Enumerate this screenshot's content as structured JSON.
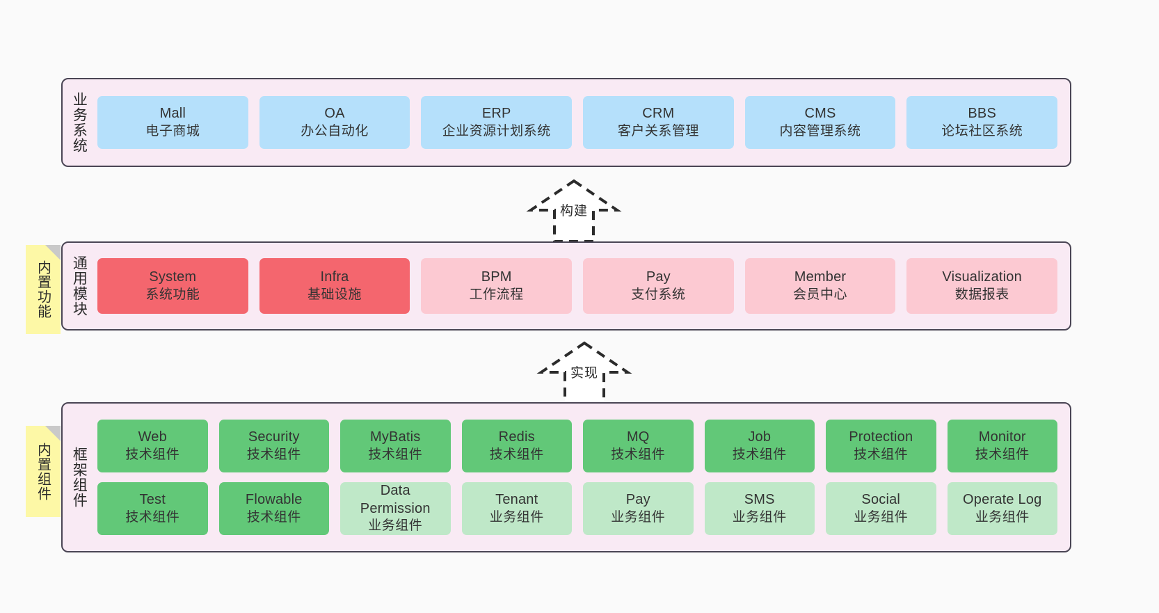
{
  "diagram": {
    "title": "",
    "colors": {
      "canvas_bg": "#fafafa",
      "layer_bg": "#f9eaf4",
      "layer_border": "#4a4554",
      "business_cell": "#b5e0fb",
      "module_strong": "#f4666e",
      "module_light": "#fcc9d2",
      "framework_strong": "#62c878",
      "framework_light": "#bfe8c8",
      "note_bg": "#fdf8a6",
      "note_fold": "#c9c9c9"
    },
    "layers": [
      {
        "id": "business",
        "title": "业务系统",
        "rows": [
          {
            "cells": [
              {
                "en": "Mall",
                "cn": "电子商城"
              },
              {
                "en": "OA",
                "cn": "办公自动化"
              },
              {
                "en": "ERP",
                "cn": "企业资源计划系统"
              },
              {
                "en": "CRM",
                "cn": "客户关系管理"
              },
              {
                "en": "CMS",
                "cn": "内容管理系统"
              },
              {
                "en": "BBS",
                "cn": "论坛社区系统"
              }
            ]
          }
        ]
      },
      {
        "id": "modules",
        "title": "通用模块",
        "note": "内置功能",
        "rows": [
          {
            "cells": [
              {
                "en": "System",
                "cn": "系统功能",
                "style": "red-strong"
              },
              {
                "en": "Infra",
                "cn": "基础设施",
                "style": "red-strong"
              },
              {
                "en": "BPM",
                "cn": "工作流程",
                "style": "red-light"
              },
              {
                "en": "Pay",
                "cn": "支付系统",
                "style": "red-light"
              },
              {
                "en": "Member",
                "cn": "会员中心",
                "style": "red-light"
              },
              {
                "en": "Visualization",
                "cn": "数据报表",
                "style": "red-light"
              }
            ]
          }
        ]
      },
      {
        "id": "framework",
        "title": "框架组件",
        "note": "内置组件",
        "rows": [
          {
            "cells": [
              {
                "en": "Web",
                "cn": "技术组件",
                "style": "green-strong"
              },
              {
                "en": "Security",
                "cn": "技术组件",
                "style": "green-strong"
              },
              {
                "en": "MyBatis",
                "cn": "技术组件",
                "style": "green-strong"
              },
              {
                "en": "Redis",
                "cn": "技术组件",
                "style": "green-strong"
              },
              {
                "en": "MQ",
                "cn": "技术组件",
                "style": "green-strong"
              },
              {
                "en": "Job",
                "cn": "技术组件",
                "style": "green-strong"
              },
              {
                "en": "Protection",
                "cn": "技术组件",
                "style": "green-strong"
              },
              {
                "en": "Monitor",
                "cn": "技术组件",
                "style": "green-strong"
              }
            ]
          },
          {
            "cells": [
              {
                "en": "Test",
                "cn": "技术组件",
                "style": "green-strong"
              },
              {
                "en": "Flowable",
                "cn": "技术组件",
                "style": "green-strong"
              },
              {
                "en": "Data Permission",
                "cn": "业务组件",
                "style": "green-light"
              },
              {
                "en": "Tenant",
                "cn": "业务组件",
                "style": "green-light"
              },
              {
                "en": "Pay",
                "cn": "业务组件",
                "style": "green-light"
              },
              {
                "en": "SMS",
                "cn": "业务组件",
                "style": "green-light"
              },
              {
                "en": "Social",
                "cn": "业务组件",
                "style": "green-light"
              },
              {
                "en": "Operate Log",
                "cn": "业务组件",
                "style": "green-light"
              }
            ]
          }
        ]
      }
    ],
    "connectors": [
      {
        "id": "build",
        "label": "构建",
        "style": "dashed-hollow-arrow-up"
      },
      {
        "id": "impl",
        "label": "实现",
        "style": "dashed-hollow-arrow-up"
      }
    ]
  }
}
